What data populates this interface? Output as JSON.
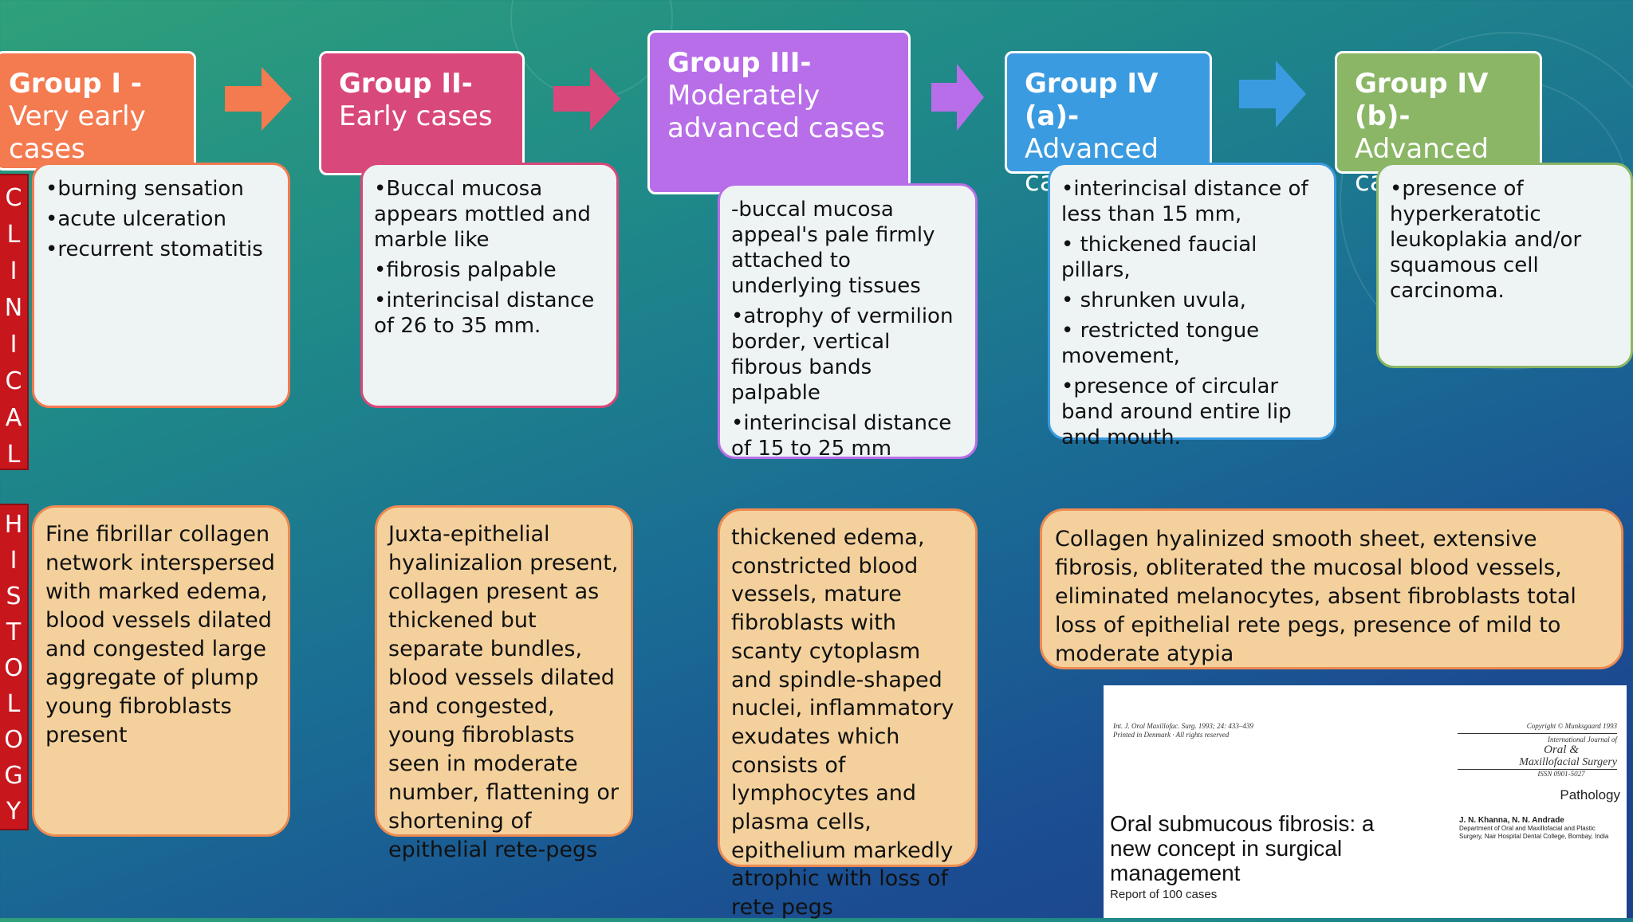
{
  "groups": [
    {
      "title_bold": "Group I -",
      "title_rest": "Very early cases",
      "color": "#f47a50",
      "clinical": [
        "•burning sensation",
        "•acute ulceration",
        "•recurrent stomatitis"
      ],
      "histology": "Fine fibrillar collagen network interspersed with marked edema, blood vessels dilated and congested large aggregate of plump young fibroblasts present"
    },
    {
      "title_bold": "Group II-",
      "title_rest": "Early cases",
      "color": "#d9487a",
      "clinical": [
        "•Buccal mucosa appears mottled and marble like",
        "•fibrosis palpable",
        "•interincisal distance of 26 to 35 mm."
      ],
      "histology": "Juxta-epithelial hyalinizalion present, collagen present as thickened but separate bundles, blood vessels dilated and congested, young fibroblasts seen in moderate number, flattening or shortening of epithelial rete-pegs"
    },
    {
      "title_bold": "Group III-",
      "title_rest": "Moderately advanced cases",
      "color": "#b86ee8",
      "clinical": [
        "-buccal mucosa appeal's pale firmly attached to underlying tissues",
        "•atrophy of vermilion border, vertical fibrous bands palpable",
        "•interincisal distance of 15 to 25 mm"
      ],
      "histology": "thickened edema, constricted blood vessels, mature fibroblasts with scanty cytoplasm and spindle-shaped nuclei, inflammatory exudates which consists of lymphocytes and plasma cells, epithelium markedly atrophic with loss of rete pegs"
    },
    {
      "title_bold": "Group IV (a)-",
      "title_rest": "Advanced cases",
      "color": "#3b9be0",
      "clinical": [
        "•interincisal distance of less than 15 mm,",
        "• thickened faucial pillars,",
        "• shrunken uvula,",
        "• restricted tongue movement,",
        "•presence of circular band around entire lip and mouth."
      ]
    },
    {
      "title_bold": "Group IV (b)-",
      "title_rest": "Advanced cases",
      "color": "#8ab665",
      "clinical": [
        "•presence of hyperkeratotic leukoplakia and/or squamous cell carcinoma."
      ]
    }
  ],
  "histology_group4": "Collagen hyalinized smooth sheet, extensive fibrosis, obliterated the mucosal blood vessels, eliminated melanocytes, absent fibroblasts total loss of epithelial rete pegs, presence of mild to moderate atypia",
  "side_labels": {
    "clinical": [
      "C",
      "L",
      "I",
      "N",
      "I",
      "C",
      "A",
      "L"
    ],
    "histology": [
      "H",
      "I",
      "S",
      "T",
      "O",
      "L",
      "O",
      "G",
      "Y"
    ]
  },
  "paper": {
    "journal_left": "Int. J. Oral Maxillofac. Surg. 1993; 24: 433–439",
    "journal_left2": "Printed in Denmark · All rights reserved",
    "copyright": "Copyright © Munksgaard 1993",
    "journal_name1": "International Journal of",
    "journal_name2": "Oral &",
    "journal_name3": "Maxillofacial Surgery",
    "issn": "ISSN 0901-5027",
    "section": "Pathology",
    "title": "Oral submucous fibrosis: a new concept in surgical management",
    "subtitle": "Report of 100 cases",
    "authors": "J. N. Khanna, N. N. Andrade",
    "affiliation": "Department of Oral and Maxillofacial and Plastic Surgery, Nair Hospital Dental College, Bombay, India"
  }
}
